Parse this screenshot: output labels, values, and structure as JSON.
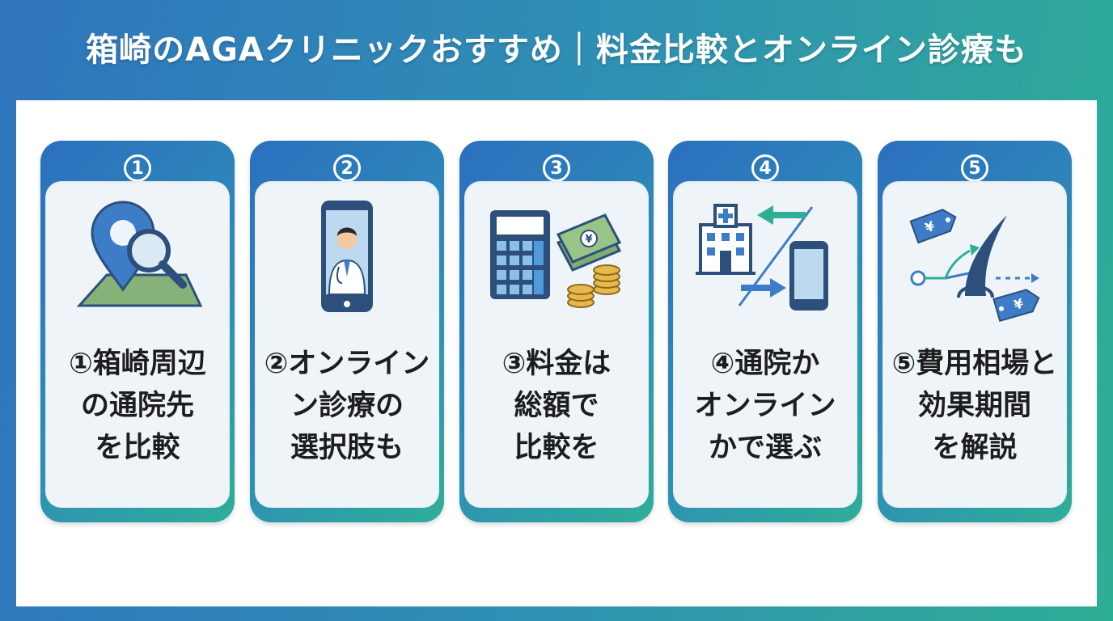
{
  "title": "箱崎のAGAクリニックおすすめ｜料金比較とオンライン診療も",
  "cards": [
    {
      "number": "1",
      "icon": "map-pin-search-icon",
      "label": "①箱崎周辺\nの通院先\nを比較"
    },
    {
      "number": "2",
      "icon": "smartphone-doctor-icon",
      "label": "②オンライン\nン診療の\n選択肢も"
    },
    {
      "number": "3",
      "icon": "calculator-money-icon",
      "label": "③料金は\n総額で\n比較を"
    },
    {
      "number": "4",
      "icon": "hospital-or-phone-icon",
      "label": "④通院か\nオンライン\nかで選ぶ"
    },
    {
      "number": "5",
      "icon": "hair-price-tag-icon",
      "label": "⑤費用相場と\n効果期間\nを解説"
    }
  ],
  "icon_text": {
    "yen": "¥"
  },
  "colors": {
    "navy": "#2c4f7c",
    "blue": "#3d7dc8",
    "green": "#7fae6e",
    "teal": "#2fae96"
  }
}
